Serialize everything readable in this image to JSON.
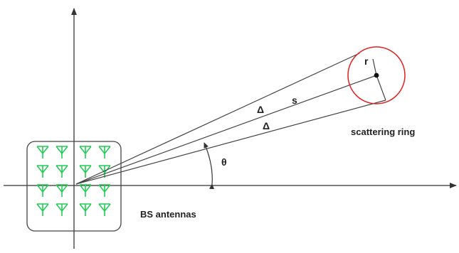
{
  "labels": {
    "r": "r",
    "s": "s",
    "delta_upper": "Δ",
    "delta_lower": "Δ",
    "theta": "θ",
    "scattering_ring": "scattering ring",
    "bs_antennas": "BS antennas"
  },
  "colors": {
    "axis": "#333333",
    "lines": "#444444",
    "ring": "#e02020",
    "antenna": "#22cc55",
    "box_border": "#444444",
    "center_dot": "#111111"
  },
  "antenna_grid": {
    "rows": 4,
    "cols": 4
  }
}
